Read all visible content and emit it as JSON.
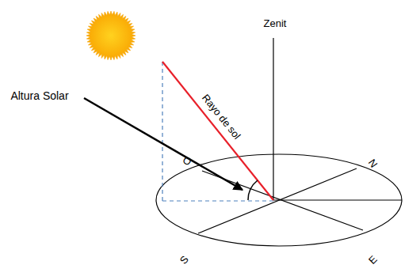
{
  "diagram": {
    "labels": [
      "Zenit",
      "Rayo de sol",
      "Altura Solar",
      "O",
      "N",
      "S",
      "E"
    ]
  }
}
